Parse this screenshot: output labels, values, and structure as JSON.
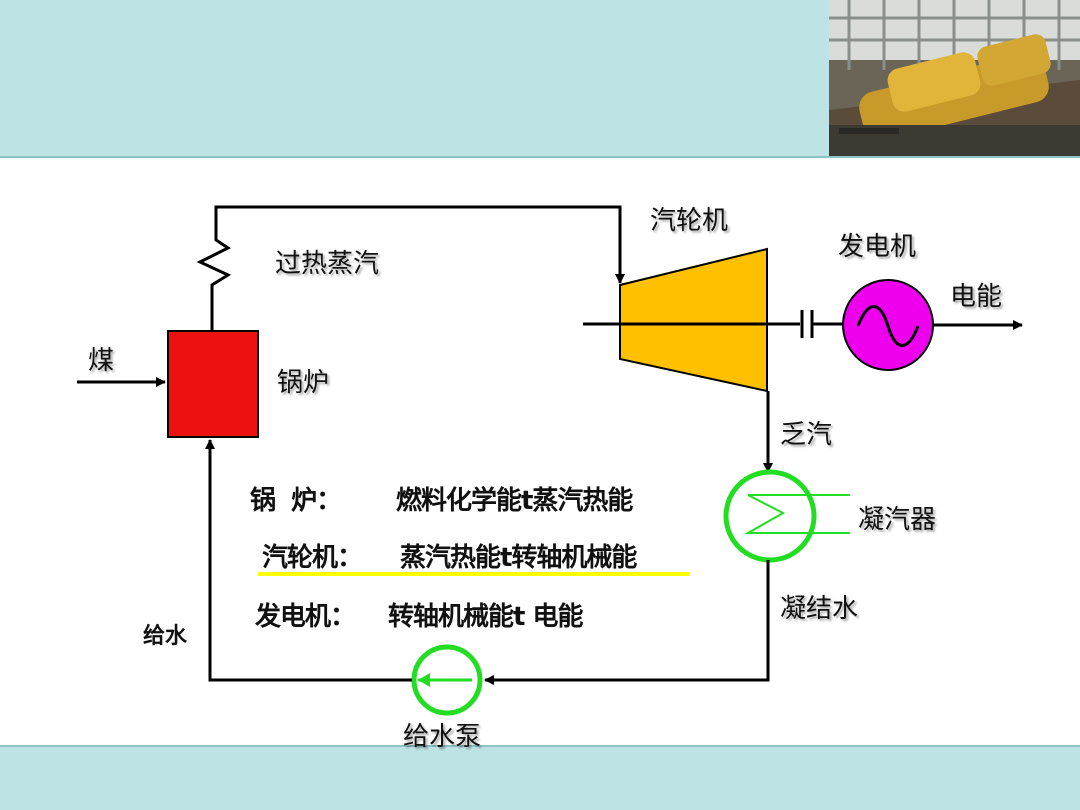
{
  "labels": {
    "superheated_steam": "过热蒸汽",
    "turbine": "汽轮机",
    "generator": "发电机",
    "electric_energy": "电能",
    "coal": "煤",
    "boiler": "锅炉",
    "exhaust_steam": "乏汽",
    "condenser": "凝汽器",
    "condensate": "凝结水",
    "feed_water": "给水",
    "feed_pump": "给水泵"
  },
  "energy_conversions": [
    {
      "device": "锅  炉：",
      "conversion": "燃料化学能t蒸汽热能"
    },
    {
      "device": "汽轮机：",
      "conversion": "蒸汽热能t转轴机械能"
    },
    {
      "device": "发电机：",
      "conversion": "转轴机械能t 电能"
    }
  ],
  "colors": {
    "band": "#bde3e5",
    "boiler": "#ee1111",
    "turbine": "#ffc000",
    "generator": "#ee00ee",
    "ring_green": "#22dd22",
    "highlight": "#ffff00"
  },
  "icons": {
    "generator_symbol": "tilde-sine-icon",
    "condenser_symbol": "zigzag-coil-icon",
    "pump_symbol": "arrow-left-icon"
  }
}
